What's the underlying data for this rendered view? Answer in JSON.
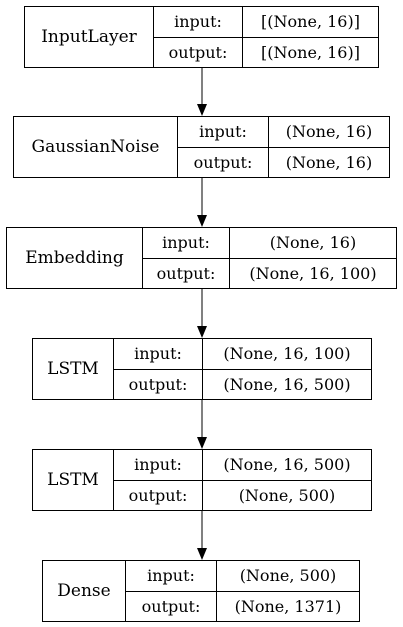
{
  "layers": [
    {
      "name": "InputLayer",
      "input_label": "input:",
      "input_value": "[(None, 16)]",
      "output_label": "output:",
      "output_value": "[(None, 16)]"
    },
    {
      "name": "GaussianNoise",
      "input_label": "input:",
      "input_value": "(None, 16)",
      "output_label": "output:",
      "output_value": "(None, 16)"
    },
    {
      "name": "Embedding",
      "input_label": "input:",
      "input_value": "(None, 16)",
      "output_label": "output:",
      "output_value": "(None, 16, 100)"
    },
    {
      "name": "LSTM",
      "input_label": "input:",
      "input_value": "(None, 16, 100)",
      "output_label": "output:",
      "output_value": "(None, 16, 500)"
    },
    {
      "name": "LSTM",
      "input_label": "input:",
      "input_value": "(None, 16, 500)",
      "output_label": "output:",
      "output_value": "(None, 500)"
    },
    {
      "name": "Dense",
      "input_label": "input:",
      "input_value": "(None, 500)",
      "output_label": "output:",
      "output_value": "(None, 1371)"
    }
  ]
}
